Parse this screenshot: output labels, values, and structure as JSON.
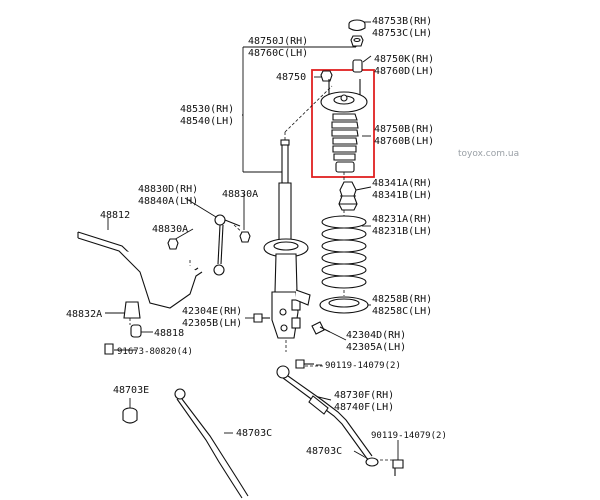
{
  "watermark": "toyox.com.ua",
  "highlight_color": "#e02020",
  "labels": {
    "l48753": [
      "48753B(RH)",
      "48753C(LH)"
    ],
    "l48750jk": [
      "48750J(RH)",
      "48760C(LH)"
    ],
    "l48750kd": [
      "48750K(RH)",
      "48760D(LH)"
    ],
    "l48750": "48750",
    "l48530": [
      "48530(RH)",
      "48540(LH)"
    ],
    "l48750b": [
      "48750B(RH)",
      "48760B(LH)"
    ],
    "l48341": [
      "48341A(RH)",
      "48341B(LH)"
    ],
    "l48830d": [
      "48830D(RH)",
      "48840A(LH)"
    ],
    "l48830a_top": "48830A",
    "l48812": "48812",
    "l48830a_mid": "48830A",
    "l48231": [
      "48231A(RH)",
      "48231B(LH)"
    ],
    "l48258": [
      "48258B(RH)",
      "48258C(LH)"
    ],
    "l48832": "48832A",
    "l42304e": [
      "42304E(RH)",
      "42305B(LH)"
    ],
    "l48818": "48818",
    "l42304d": [
      "42304D(RH)",
      "42305A(LH)"
    ],
    "l91673": "91673-80820(4)",
    "l90119a": "90119-14079(2)",
    "l48703e": "48703E",
    "l48730f": [
      "48730F(RH)",
      "48740F(LH)"
    ],
    "l48703c_left": "48703C",
    "l90119b": "90119-14079(2)",
    "l48703c_right": "48703C"
  }
}
